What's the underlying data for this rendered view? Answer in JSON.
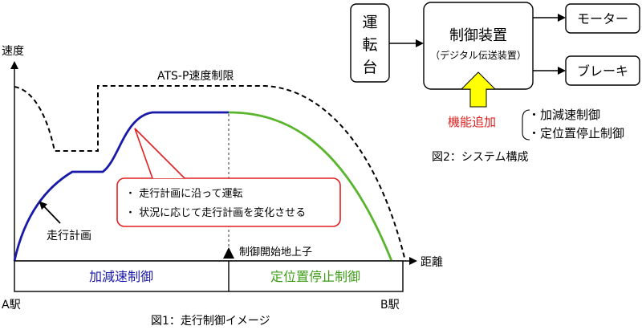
{
  "fig1": {
    "y_axis_label": "速度",
    "x_axis_label": "距離",
    "ats_label": "ATS-P速度制限",
    "callout_line1": "・ 走行計画に沿って運転",
    "callout_line2": "・ 状況に応じて走行計画を変化させる",
    "plan_label": "走行計画",
    "marker_label": "制御開始地上子",
    "region_left": "加減速制御",
    "region_right": "定位置停止制御",
    "station_a": "A駅",
    "station_b": "B駅",
    "caption": "図1：走行制御イメージ",
    "colors": {
      "plan": "#1a1aa8",
      "stop_curve": "#5ab52e",
      "callout": "#e02020"
    }
  },
  "fig2": {
    "console_chars": [
      "運",
      "転",
      "台"
    ],
    "controller_title": "制御装置",
    "controller_sub": "（デジタル伝送装置）",
    "motor": "モーター",
    "brake": "ブレーキ",
    "added_label": "機能追加",
    "added_items": [
      "・加減速制御",
      "・定位置停止制御"
    ],
    "caption": "図2：システム構成",
    "colors": {
      "arrow": "#ffff00",
      "added_label": "#e02020"
    }
  }
}
